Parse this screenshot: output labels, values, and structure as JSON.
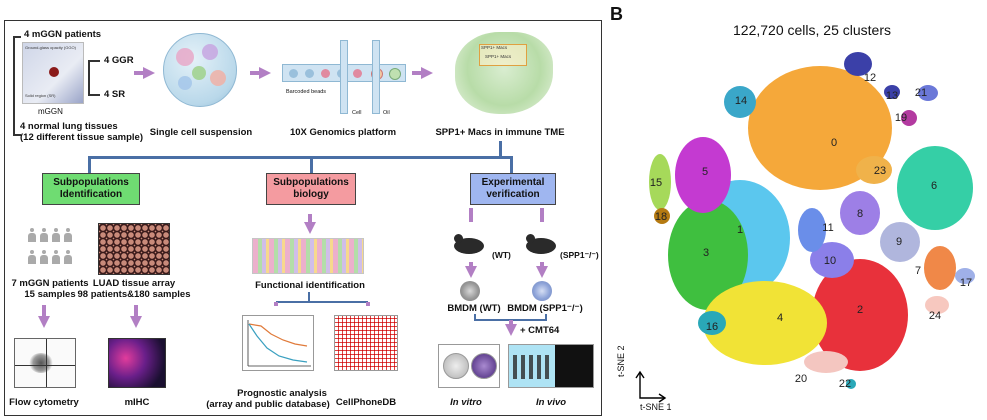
{
  "panel_a": {
    "patients_label": "4 mGGN patients",
    "inset_top_label": "Ground-glass opacity (GGO)",
    "inset_bottom_label": "Solid region (SR)",
    "inset_caption": "mGGN",
    "ggr_label": "4 GGR",
    "sr_label": "4 SR",
    "normal_line1": "4 normal lung tissues",
    "normal_line2": "(12 different tissue sample)",
    "single_cell_label": "Single cell suspension",
    "genomics_label": "10X Genomics platform",
    "barcoded_beads_label": "Barcoded beads",
    "cell_label": "Cell",
    "oil_label": "Oil",
    "spp1_label": "SPP1+ Macs in immune TME",
    "spp1_inset_1": "SPP1+ Macs",
    "spp1_inset_2": "SPP1+ Macs",
    "box_subpop_identification": [
      "Subpopulations",
      "Identification"
    ],
    "box_subpop_biology": [
      "Subpopulations",
      "biology"
    ],
    "box_experimental": [
      "Experimental",
      "verification"
    ],
    "mggn_patients_line1": "7 mGGN patients",
    "mggn_patients_line2": "15 samples",
    "luad_line1": "LUAD tissue array",
    "luad_line2": "98 patients&180 samples",
    "flow_label": "Flow cytometry",
    "mihc_label": "mIHC",
    "functional_label": "Functional identification",
    "prognostic_line1": "Prognostic analysis",
    "prognostic_line2": "(array and public database)",
    "cellphonedb_label": "CellPhoneDB",
    "wt_label": "(WT)",
    "spp1ko_label": "(SPP1⁻/⁻)",
    "bmdm_wt_label": "BMDM (WT)",
    "bmdm_ko_label": "BMDM (SPP1⁻/⁻)",
    "cmt64_label": "+ CMT64",
    "in_vitro_label": "In vitro",
    "in_vivo_label": "In vivo"
  },
  "panel_b": {
    "letter": "B",
    "title": "122,720 cells, 25 clusters",
    "axis_x": "t-SNE 1",
    "axis_y": "t-SNE 2",
    "clusters": [
      "0",
      "1",
      "2",
      "3",
      "4",
      "5",
      "6",
      "7",
      "8",
      "9",
      "10",
      "11",
      "12",
      "13",
      "14",
      "15",
      "16",
      "17",
      "18",
      "19",
      "20",
      "21",
      "22",
      "23",
      "24"
    ]
  },
  "colors": {
    "arrow": "#b27fc4",
    "connector": "#4a6fa5",
    "green_box": "#6fdc72",
    "pink_box": "#f49ba0",
    "blue_box": "#9fb6f0"
  }
}
